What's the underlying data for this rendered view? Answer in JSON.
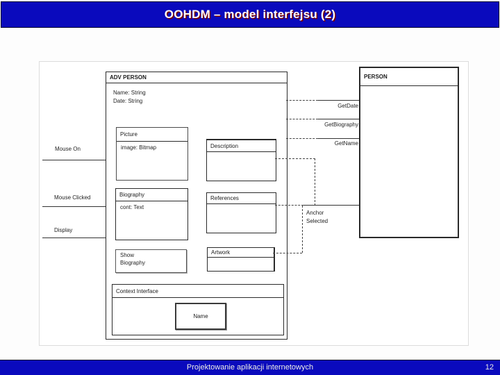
{
  "title": {
    "text": "OOHDM – model interfejsu (2)"
  },
  "footer": {
    "text": "Projektowanie aplikacji internetowych",
    "page": "12"
  },
  "colors": {
    "bar_blue": "#0a0abd",
    "title_text": "#ffffff",
    "title_shadow": "#7a0000",
    "diagram_line": "#333333",
    "frame_border": "#dcdcdc"
  },
  "diagram": {
    "adv_person": {
      "title": "ADV PERSON",
      "attr1": "Name: String",
      "attr2": "Date: String"
    },
    "person": {
      "title": "PERSON"
    },
    "picture": {
      "title": "Picture",
      "body": "image: Bitmap"
    },
    "biography": {
      "title": "Biography",
      "body": "cont: Text"
    },
    "show_biography": {
      "line1": "Show",
      "line2": "Biography"
    },
    "description": {
      "title": "Description"
    },
    "references": {
      "title": "References"
    },
    "artwork": {
      "title": "Artwork"
    },
    "context_interface": {
      "title": "Context Interface"
    },
    "name_box": {
      "title": "Name"
    },
    "events": [
      {
        "label": "Mouse On"
      },
      {
        "label": "Mouse Clicked"
      },
      {
        "label": "Display"
      }
    ],
    "methods": [
      {
        "label": "GetDate"
      },
      {
        "label": "GetBiography"
      },
      {
        "label": "GetName"
      }
    ],
    "anchor": {
      "line1": "Anchor",
      "line2": "Selected"
    }
  }
}
